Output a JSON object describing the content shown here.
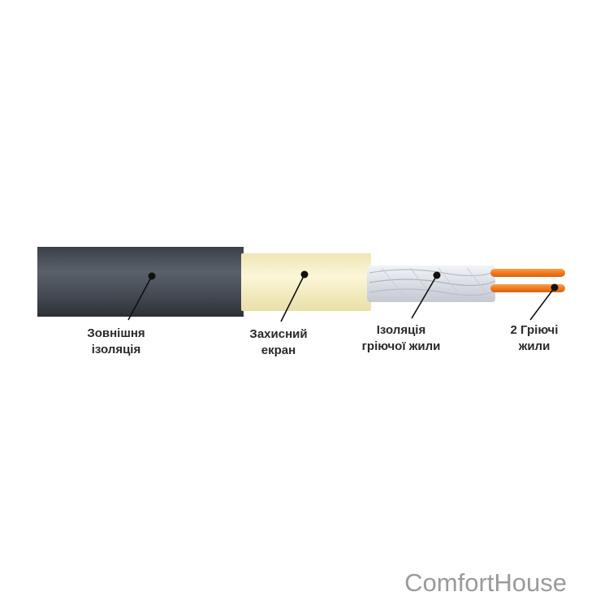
{
  "diagram": {
    "components": [
      {
        "id": "outer_insulation",
        "line1": "Зовнішня",
        "line2": "ізоляція"
      },
      {
        "id": "protective_screen",
        "line1": "Захисний",
        "line2": "екран"
      },
      {
        "id": "core_insulation",
        "line1": "Ізоляція",
        "line2": "гріючої жили"
      },
      {
        "id": "heating_cores",
        "line1": "2 Гріючі",
        "line2": "жили"
      }
    ],
    "colors": {
      "outer_jacket": "#4a5058",
      "screen": "#f6efc4",
      "core_insulation": "#e6e9ee",
      "heating_core": "#f07a20",
      "leader": "#111111"
    }
  },
  "watermark": "ComfortHouse"
}
